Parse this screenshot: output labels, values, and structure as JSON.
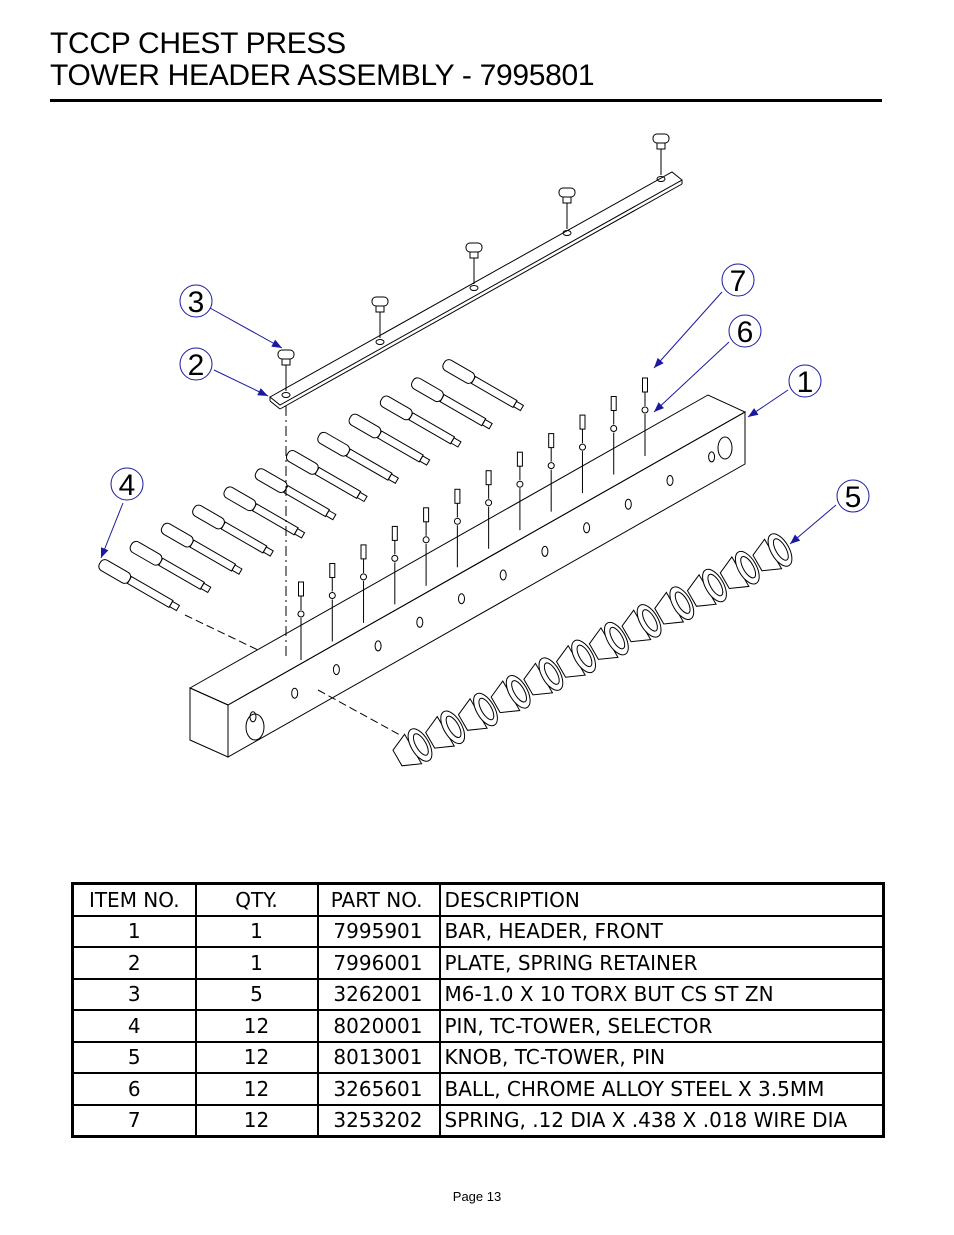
{
  "header": {
    "title_line1": "TCCP CHEST PRESS",
    "title_line2": "TOWER HEADER ASSEMBLY - 7995801"
  },
  "diagram": {
    "callouts": [
      "3",
      "2",
      "4",
      "7",
      "6",
      "1",
      "5"
    ],
    "accent_color": "#1a1aa0"
  },
  "table": {
    "headers": [
      "ITEM NO.",
      "QTY.",
      "PART NO.",
      "DESCRIPTION"
    ],
    "rows": [
      [
        "1",
        "1",
        "7995901",
        "BAR, HEADER, FRONT"
      ],
      [
        "2",
        "1",
        "7996001",
        "PLATE, SPRING RETAINER"
      ],
      [
        "3",
        "5",
        "3262001",
        "M6-1.0 X 10 TORX BUT CS ST ZN"
      ],
      [
        "4",
        "12",
        "8020001",
        "PIN, TC-TOWER, SELECTOR"
      ],
      [
        "5",
        "12",
        "8013001",
        "KNOB, TC-TOWER, PIN"
      ],
      [
        "6",
        "12",
        "3265601",
        "BALL, CHROME ALLOY STEEL X 3.5MM"
      ],
      [
        "7",
        "12",
        "3253202",
        "SPRING, .12 DIA X .438 X .018 WIRE DIA"
      ]
    ]
  },
  "footer": {
    "page_label": "Page 13"
  }
}
